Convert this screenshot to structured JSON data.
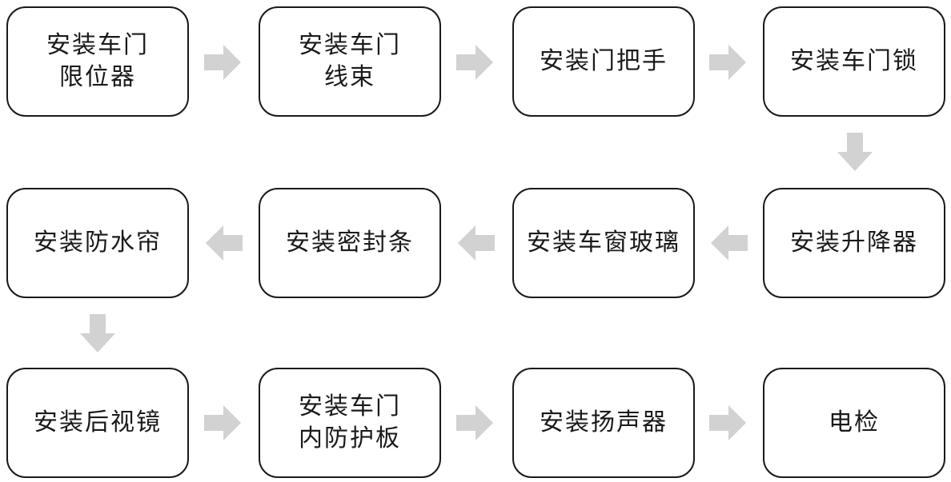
{
  "steps": [
    {
      "id": 1,
      "label": "安装车门\n限位器"
    },
    {
      "id": 2,
      "label": "安装车门\n线束"
    },
    {
      "id": 3,
      "label": "安装门把手"
    },
    {
      "id": 4,
      "label": "安装车门锁"
    },
    {
      "id": 5,
      "label": "安装升降器"
    },
    {
      "id": 6,
      "label": "安装车窗玻璃"
    },
    {
      "id": 7,
      "label": "安装密封条"
    },
    {
      "id": 8,
      "label": "安装防水帘"
    },
    {
      "id": 9,
      "label": "安装后视镜"
    },
    {
      "id": 10,
      "label": "安装车门\n内防护板"
    },
    {
      "id": 11,
      "label": "安装扬声器"
    },
    {
      "id": 12,
      "label": "电检"
    }
  ],
  "flow": [
    {
      "from": 1,
      "to": 2,
      "direction": "right"
    },
    {
      "from": 2,
      "to": 3,
      "direction": "right"
    },
    {
      "from": 3,
      "to": 4,
      "direction": "right"
    },
    {
      "from": 4,
      "to": 5,
      "direction": "down"
    },
    {
      "from": 5,
      "to": 6,
      "direction": "left"
    },
    {
      "from": 6,
      "to": 7,
      "direction": "left"
    },
    {
      "from": 7,
      "to": 8,
      "direction": "left"
    },
    {
      "from": 8,
      "to": 9,
      "direction": "down"
    },
    {
      "from": 9,
      "to": 10,
      "direction": "right"
    },
    {
      "from": 10,
      "to": 11,
      "direction": "right"
    },
    {
      "from": 11,
      "to": 12,
      "direction": "right"
    }
  ],
  "colors": {
    "box_border": "#1a1a1a",
    "arrow_fill": "#d2d2d2",
    "text": "#1a1a1a"
  }
}
